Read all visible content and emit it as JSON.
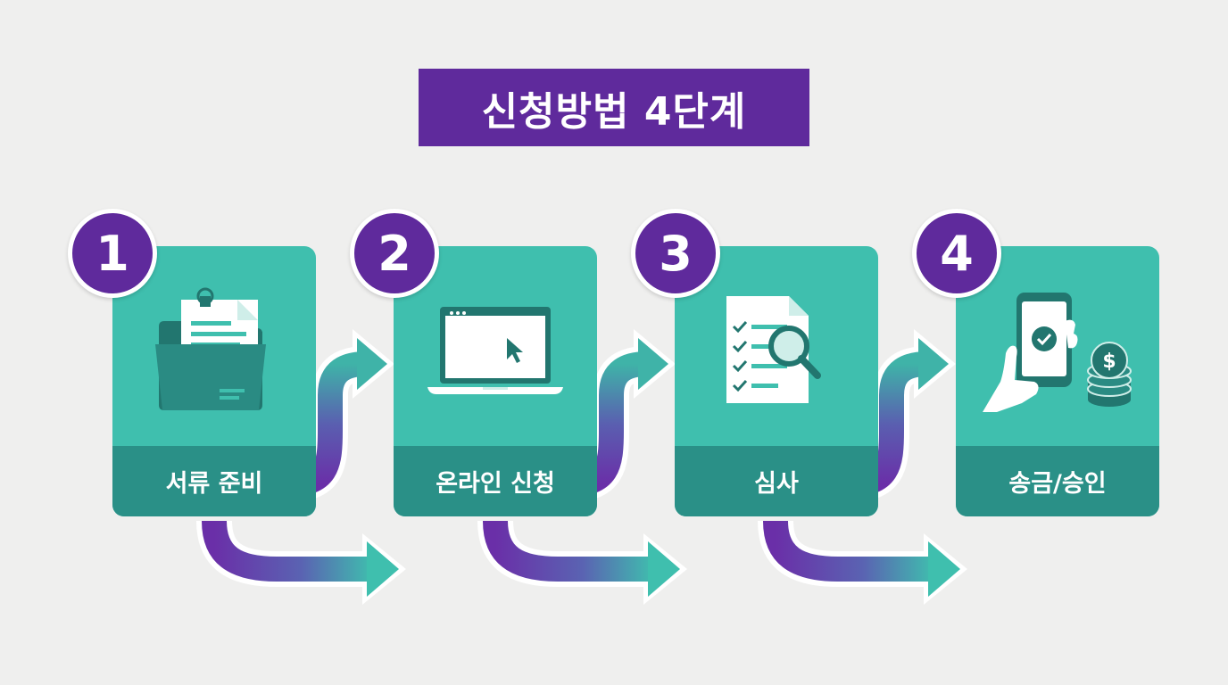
{
  "title": "신청방법 4단계",
  "colors": {
    "purple": "#5f2a9c",
    "teal": "#3fbfae",
    "teal_dark": "#2a9087",
    "background": "#efefee"
  },
  "steps": [
    {
      "number": "1",
      "label": "서류 준비",
      "icon": "document-folder-icon"
    },
    {
      "number": "2",
      "label": "온라인 신청",
      "icon": "laptop-cursor-icon"
    },
    {
      "number": "3",
      "label": "심사",
      "icon": "checklist-magnifier-icon"
    },
    {
      "number": "4",
      "label": "송금/승인",
      "icon": "phone-payment-icon"
    }
  ]
}
